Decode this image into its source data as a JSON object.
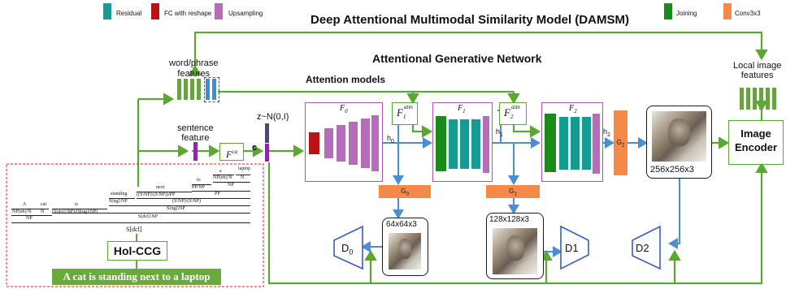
{
  "legend": [
    {
      "label": "Residual",
      "color": "#159b91"
    },
    {
      "label": "FC with reshape",
      "color": "#b81417"
    },
    {
      "label": "Upsampling",
      "color": "#b66cb8"
    },
    {
      "label": "Joining",
      "color": "#1a8a1a"
    },
    {
      "label": "Conv3x3",
      "color": "#f48a4a"
    }
  ],
  "titles": {
    "damsm": "Deep Attentional Multimodal Similarity Model (DAMSM)",
    "agn": "Attentional Generative Network",
    "attention": "Attention models"
  },
  "labels": {
    "word_features": "word/phrase\nfeatures",
    "sentence_feature": "sentence\nfeature",
    "fca": "F",
    "fca_sup": "ca",
    "c": "c",
    "z": "z~N(0,I)",
    "f0": "F",
    "f0_sub": "0",
    "f1": "F",
    "f1_sub": "1",
    "f2": "F",
    "f2_sub": "2",
    "f1attn": "F",
    "f1attn_sup": "attn",
    "f1attn_sub": "1",
    "f2attn": "F",
    "f2attn_sup": "attn",
    "f2attn_sub": "2",
    "h0": "h",
    "h0_sub": "0",
    "h1": "h",
    "h1_sub": "1",
    "h2": "h",
    "h2_sub": "2",
    "g0": "G",
    "g0_sub": "0",
    "g1": "G",
    "g1_sub": "1",
    "g2": "G",
    "g2_sub": "2",
    "size64": "64x64x3",
    "size128": "128x128x3",
    "size256": "256x256x3",
    "d0": "D",
    "d0_sub": "0",
    "d1": "D1",
    "d2": "D2",
    "local_features": "Local image\nfeatures",
    "image_encoder": "Image\nEncoder",
    "holccg": "Hol-CCG",
    "sentence": "A cat is standing next to a laptop",
    "sdcl": "S[dcl]"
  },
  "ccg": {
    "words": [
      "A",
      "cat",
      "is",
      "standing",
      "next",
      "to",
      "a",
      "laptop"
    ],
    "lex": [
      "NP[nb]/N",
      "N",
      "(S[dcl]\\NP)/(S[ng]\\NP)",
      "S[ng]\\NP",
      "((S\\NP)\\(S\\NP))/PP",
      "PP/NP",
      "NP[nb]/N",
      "N"
    ],
    "d1_np": "NP",
    "d2_pp": "PP",
    "d3_mod": "(S\\NP)\\(S\\NP)",
    "d4_sng": "S[ng]\\NP",
    "d5_np": "NP",
    "d6_sdcl": "S[dcl]\\NP"
  },
  "colors": {
    "green_line": "#5aa832",
    "blue_line": "#4a8ed6",
    "olive_bar": "#6aa046",
    "blue_bar": "#3a8ee0",
    "purple_bar": "#8a2aa8",
    "red_dash": "#e02020"
  }
}
